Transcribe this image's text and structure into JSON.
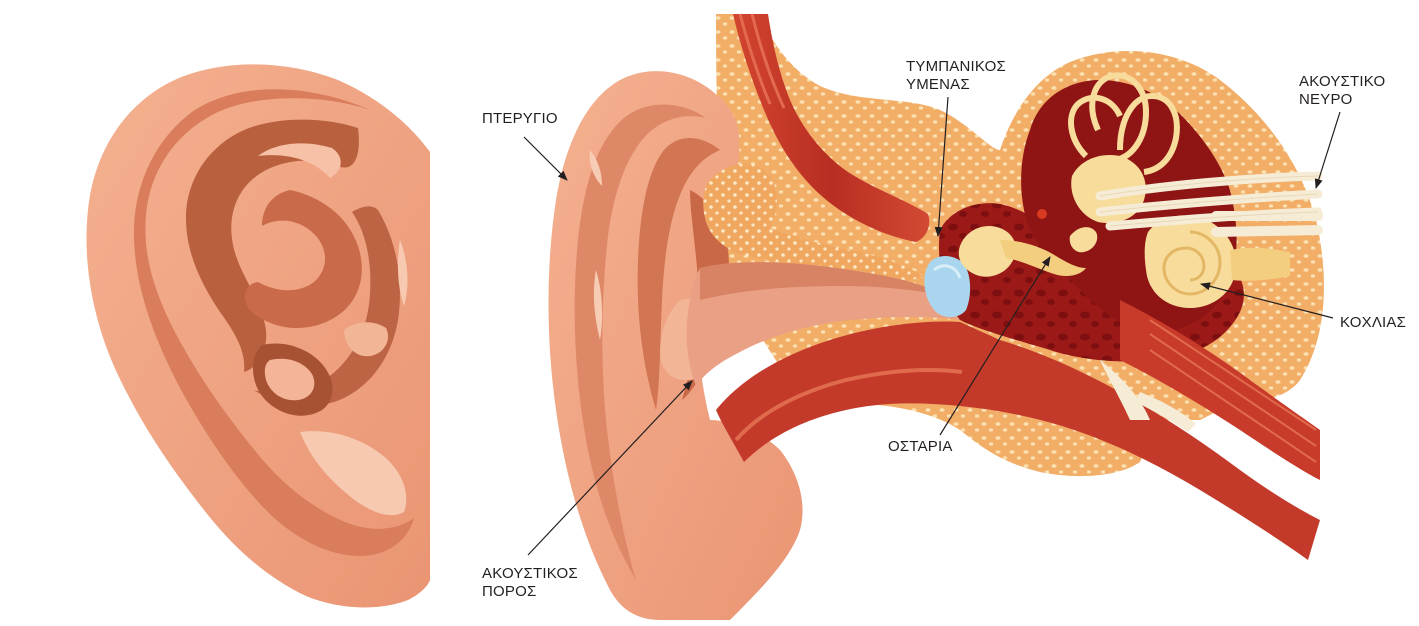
{
  "labels": {
    "pinna": {
      "lines": [
        "ΠΤΕΡΥΓΙΟ"
      ]
    },
    "ear_canal": {
      "lines": [
        "ΑΚΟΥΣΤΙΚΟΣ",
        "ΠΟΡΟΣ"
      ]
    },
    "eardrum": {
      "lines": [
        "ΤΥΜΠΑΝΙΚΟΣ",
        "ΥΜΕΝΑΣ"
      ]
    },
    "ossicles": {
      "lines": [
        "ΟΣΤΑΡΙΑ"
      ]
    },
    "auditory_nerve": {
      "lines": [
        "ΑΚΟΥΣΤΙΚΟ",
        "ΝΕΥΡΟ"
      ]
    },
    "cochlea": {
      "lines": [
        "ΚΟΧΛΙΑΣ"
      ]
    }
  },
  "colors": {
    "skin": "#f0a584",
    "skin_dark": "#c8704f",
    "skin_light": "#f8c7ae",
    "bone": "#f3b56e",
    "bone_dot": "#fbe1b2",
    "muscle": "#c43a2a",
    "cavity": "#8f1515",
    "eardrum": "#a9d6ee",
    "inner_ear": "#f7dc9c",
    "nerve": "#f6ecd6",
    "text": "#231f20"
  }
}
